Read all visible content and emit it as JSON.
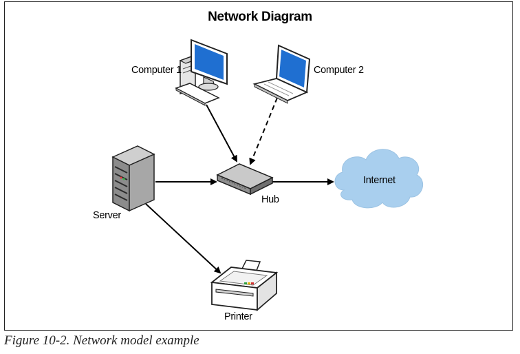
{
  "diagram": {
    "title": "Network Diagram",
    "nodes": {
      "computer1": "Computer 1",
      "computer2": "Computer 2",
      "server": "Server",
      "hub": "Hub",
      "internet": "Internet",
      "printer": "Printer"
    },
    "edges": [
      {
        "from": "Computer 1",
        "to": "Hub",
        "style": "solid"
      },
      {
        "from": "Computer 2",
        "to": "Hub",
        "style": "dashed"
      },
      {
        "from": "Server",
        "to": "Hub",
        "style": "solid"
      },
      {
        "from": "Hub",
        "to": "Internet",
        "style": "solid"
      },
      {
        "from": "Server",
        "to": "Printer",
        "style": "solid"
      }
    ]
  },
  "caption": "Figure 10-2. Network model example",
  "colors": {
    "screen_blue": "#1f6fd1",
    "cloud_blue": "#a9cfee",
    "server_gray": "#8c8c8c",
    "hub_gray": "#9a9a9a"
  }
}
